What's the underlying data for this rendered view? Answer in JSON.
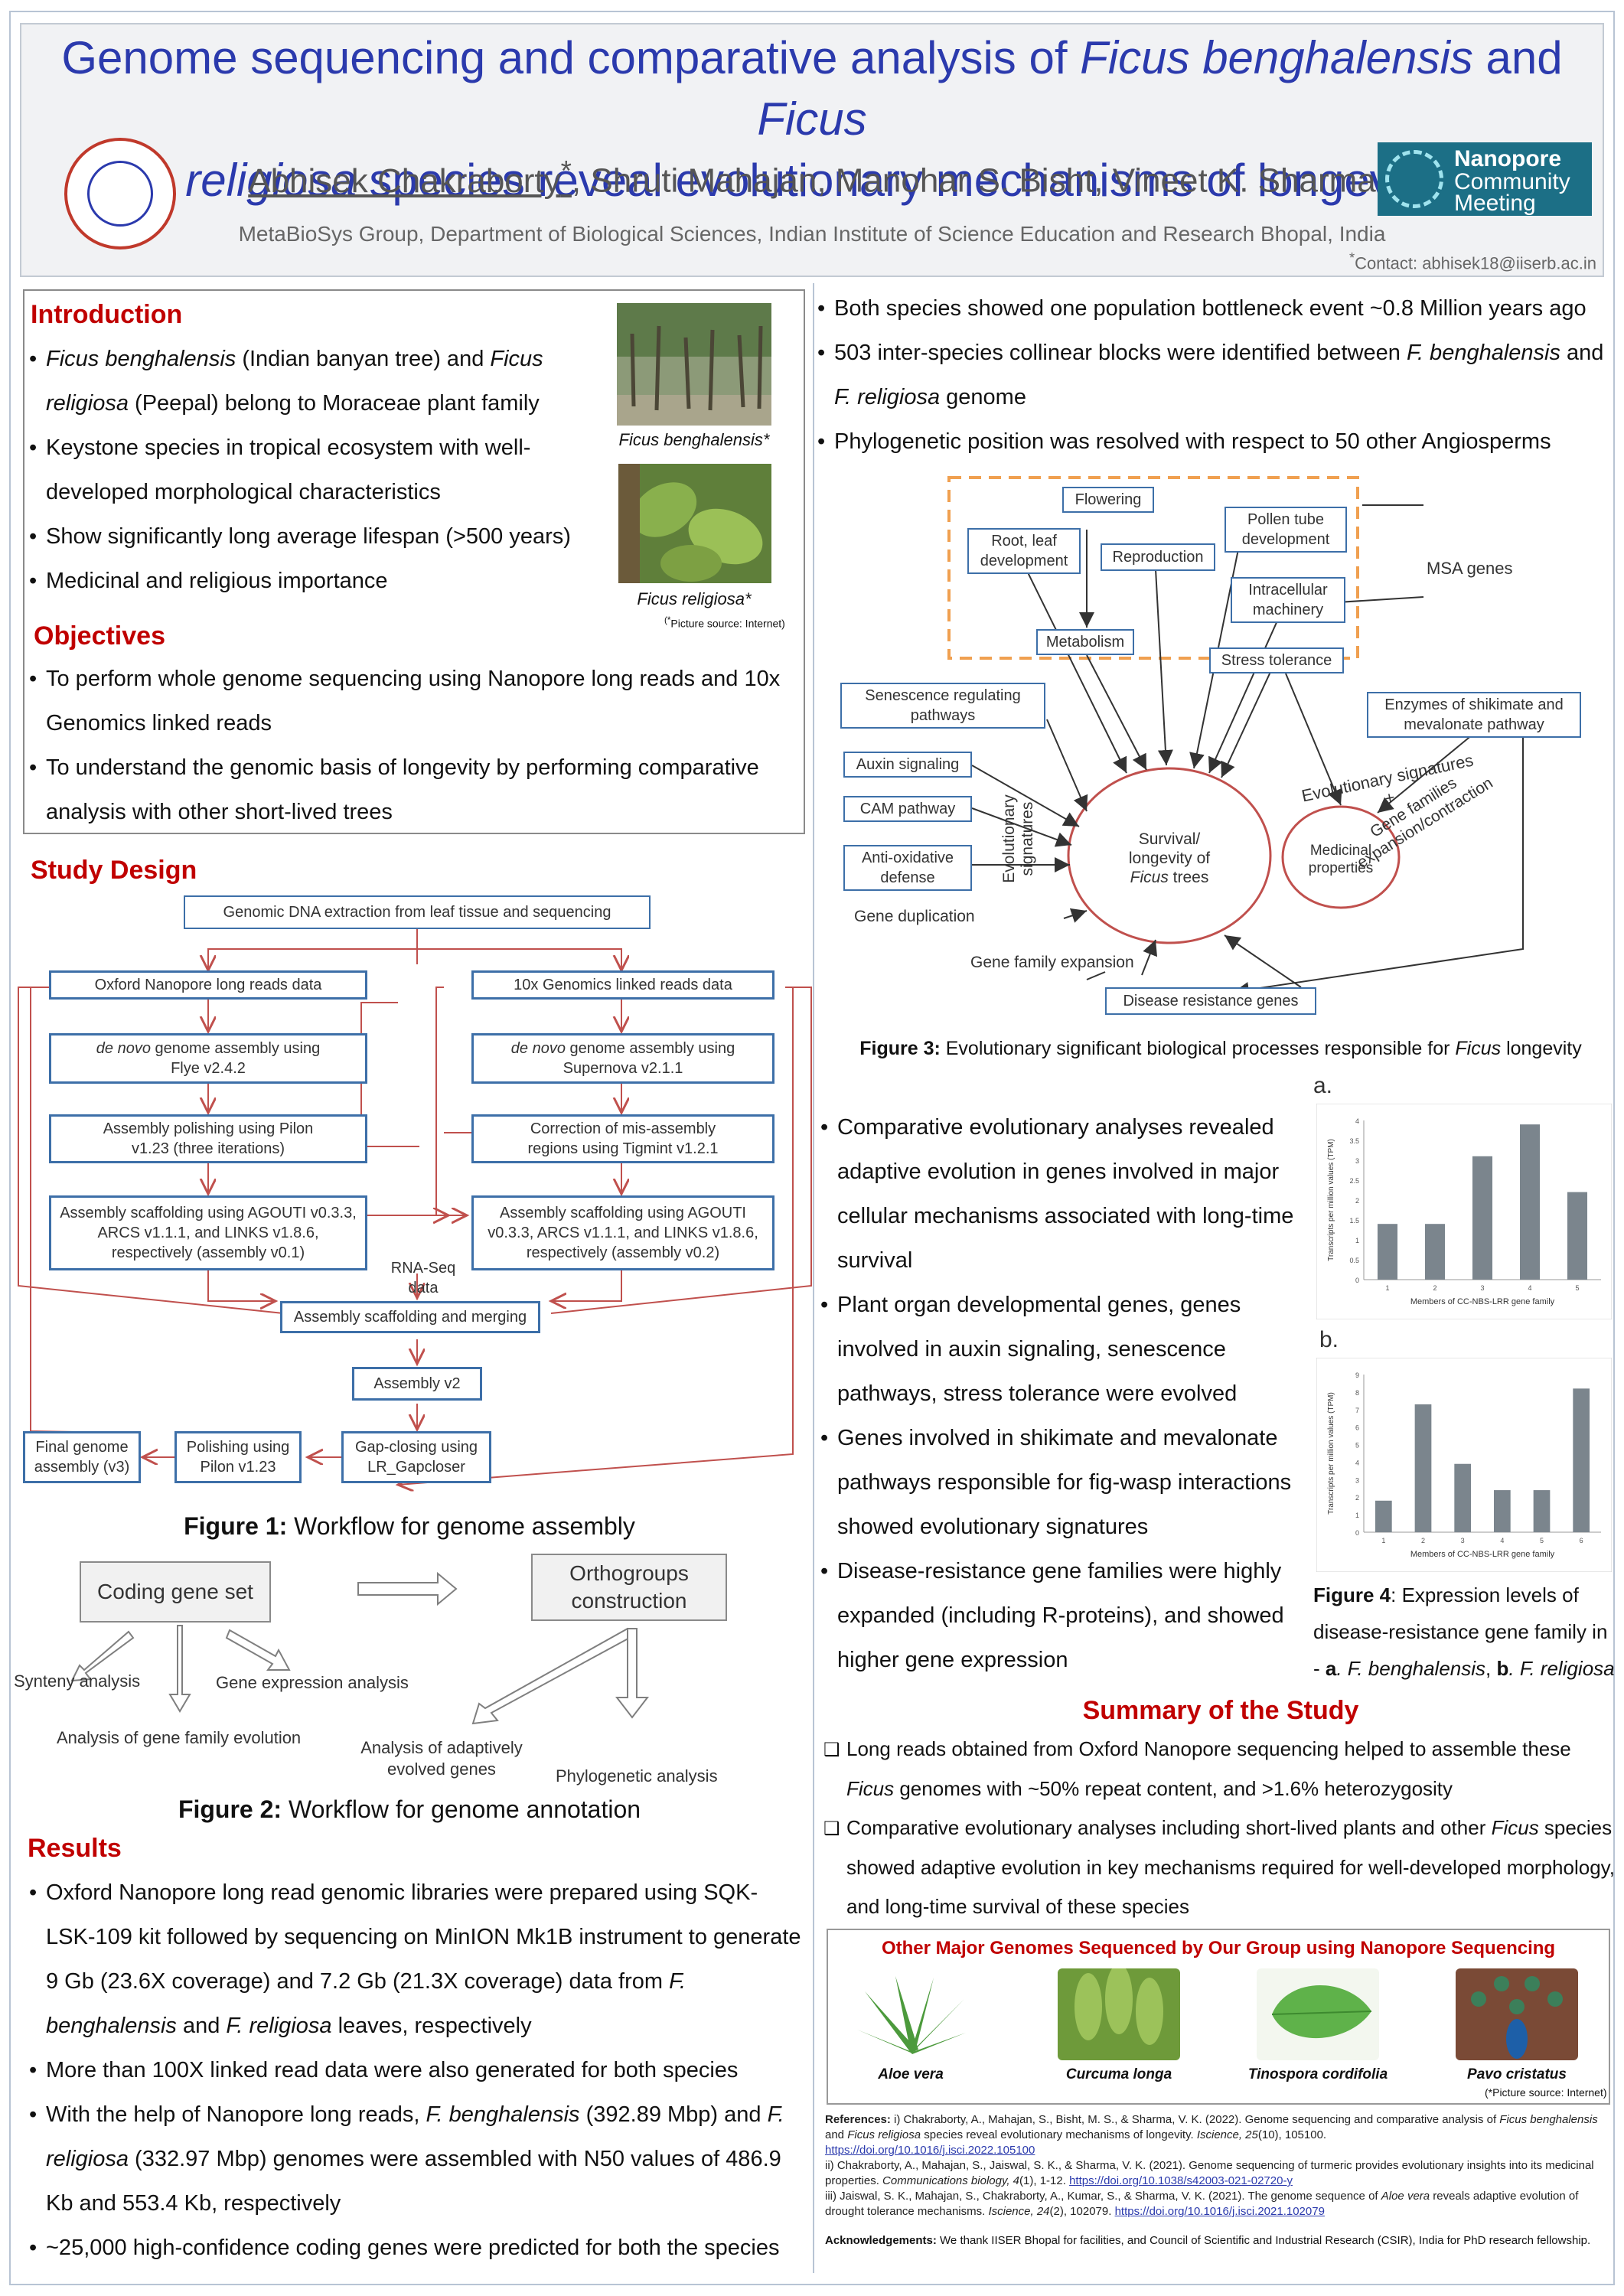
{
  "header": {
    "title_part1": "Genome sequencing and comparative analysis of ",
    "title_sp1": "Ficus benghalensis",
    "title_and": " and ",
    "title_sp2a": "Ficus",
    "title_sp2b": "religiosa",
    "title_part2": " species reveal evolutionary mechanisms of longevity",
    "first_author": "Abhisek Chakraborty",
    "first_author_mark": "*",
    "other_authors": ", Shruti Mahajan, Manohar S. Bisht, Vineet K. Sharma",
    "affiliation": "MetaBioSys Group, Department of Biological Sciences, Indian Institute of Science Education and Research Bhopal, India",
    "contact_mark": "*",
    "contact": "Contact: abhisek18@iiserb.ac.in",
    "ncm_logo": [
      "Nanopore",
      "Community",
      "Meeting"
    ]
  },
  "intro": {
    "heading": "Introduction",
    "bullets": [
      {
        "a_i": "Ficus benghalensis",
        "b": " (Indian banyan tree) and ",
        "c_i": "Ficus religiosa",
        "d": " (Peepal) belong to Moraceae plant family"
      },
      {
        "text": "Keystone species in tropical ecosystem with well-developed morphological characteristics"
      },
      {
        "text": "Show significantly long average lifespan (>500 years)"
      },
      {
        "text": "Medicinal and religious importance"
      }
    ],
    "photo1_caption": "Ficus benghalensis*",
    "photo2_caption": "Ficus religiosa*",
    "photo_source": "Picture source: Internet)",
    "photo_source_mark": "(*"
  },
  "objectives": {
    "heading": "Objectives",
    "bullets": [
      "To perform whole genome sequencing using Nanopore long reads and 10x Genomics linked reads",
      "To understand the genomic basis of longevity by performing comparative analysis with other short-lived trees"
    ]
  },
  "study_design": {
    "heading": "Study Design",
    "nodes": {
      "dna": "Genomic DNA extraction from leaf tissue and sequencing",
      "ont": "Oxford Nanopore long reads data",
      "tenx": "10x Genomics linked reads data",
      "flye_a": "de novo",
      "flye_b": " genome assembly using",
      "flye_c": "Flye v2.4.2",
      "sn_a": "de novo",
      "sn_b": " genome assembly using",
      "sn_c": "Supernova v2.1.1",
      "pilon": "Assembly polishing using Pilon v1.23 (three iterations)",
      "tig": "Correction of mis-assembly regions using Tigmint v1.2.1",
      "scaf1": "Assembly scaffolding using AGOUTI v0.3.3, ARCS v1.1.1, and LINKS v1.8.6, respectively (assembly v0.1)",
      "scaf2": "Assembly scaffolding using AGOUTI v0.3.3, ARCS v1.1.1, and LINKS v1.8.6, respectively (assembly v0.2)",
      "rnaseq": "RNA-Seq data",
      "merge": "Assembly scaffolding and merging",
      "v2": "Assembly v2",
      "gap": "Gap-closing using LR_Gapcloser",
      "polish": "Polishing using Pilon v1.23",
      "final": "Final genome assembly (v3)"
    },
    "fig1_label": "Figure 1:",
    "fig1_text": " Workflow for genome assembly"
  },
  "annotation": {
    "coding": "Coding gene set",
    "ortho": "Orthogroups construction",
    "synteny": "Synteny analysis",
    "expr": "Gene expression analysis",
    "family": "Analysis of gene family evolution",
    "adaptive": "Analysis of adaptively evolved genes",
    "phylo": "Phylogenetic analysis",
    "fig2_label": "Figure 2:",
    "fig2_text": " Workflow for genome annotation"
  },
  "results": {
    "heading": "Results",
    "b1": "Oxford Nanopore long read genomic libraries were prepared using SQK-LSK-109 kit followed by sequencing on MinION Mk1B instrument to generate 9 Gb (23.6X coverage) and 7.2 Gb (21.3X coverage) data from ",
    "b1_i1": "F. benghalensis",
    "b1_and": " and ",
    "b1_i2": "F. religiosa",
    "b1_end": " leaves, respectively",
    "b2": "More than 100X linked read data were also generated for both species",
    "b3_a": "With the help of Nanopore long reads, ",
    "b3_i1": "F. benghalensis",
    "b3_b": " (392.89 Mbp) and ",
    "b3_i2": "F. religiosa",
    "b3_c": " (332.97 Mbp) genomes were assembled with N50 values of 486.9 Kb and 553.4 Kb, respectively",
    "b4": "~25,000 high-confidence coding genes were predicted for both the species"
  },
  "right_top": {
    "b1": "Both species showed one population bottleneck event ~0.8 Million years ago",
    "b2_a": "503 inter-species collinear blocks were identified between ",
    "b2_i1": "F. benghalensis",
    "b2_b": " and ",
    "b2_i2": "F. religiosa",
    "b2_c": " genome",
    "b3": "Phylogenetic position was resolved with respect to 50 other Angiosperms"
  },
  "fig3": {
    "nodes": {
      "flowering": "Flowering",
      "root": "Root, leaf development",
      "repro": "Reproduction",
      "pollen": "Pollen tube development",
      "intra": "Intracellular machinery",
      "metab": "Metabolism",
      "stress": "Stress tolerance",
      "msa": "MSA genes",
      "senes": "Senescence regulating pathways",
      "auxin": "Auxin signaling",
      "cam": "CAM pathway",
      "anti": "Anti-oxidative defense",
      "evo_sig": "Evolutionary signatures",
      "survival_a": "Survival/",
      "survival_b": "longevity of",
      "survival_c": "Ficus",
      "survival_d": " trees",
      "medicinal": "Medicinal properties",
      "enzymes": "Enzymes of shikimate and mevalonate pathway",
      "evo_sig2": "Evolutionary signatures",
      "plus": "+",
      "gene_fam": "Gene families expansion/contraction",
      "dup": "Gene duplication",
      "fam_exp": "Gene family expansion",
      "disease": "Disease resistance genes"
    },
    "label": "Figure 3:",
    "text_a": " Evolutionary significant biological processes responsible for ",
    "text_i": "Ficus",
    "text_b": " longevity"
  },
  "right_mid": {
    "b1": "Comparative evolutionary analyses revealed adaptive evolution in genes involved in major cellular mechanisms associated with long-time survival",
    "b2": "Plant organ developmental genes, genes involved in auxin signaling, senescence pathways, stress tolerance were evolved",
    "b3": "Genes involved in shikimate and mevalonate pathways responsible for fig-wasp interactions showed evolutionary signatures",
    "b4": "Disease-resistance gene families were highly expanded (including R-proteins), and showed higher gene expression"
  },
  "chart_data": [
    {
      "type": "bar",
      "panel": "a.",
      "categories": [
        "1",
        "2",
        "3",
        "4",
        "5"
      ],
      "values": [
        1.4,
        1.4,
        3.1,
        3.9,
        2.2
      ],
      "ylim": [
        0,
        4
      ],
      "yticks": [
        "0",
        "0.5",
        "1",
        "1.5",
        "2",
        "2.5",
        "3",
        "3.5",
        "4"
      ],
      "xlabel": "Members of CC-NBS-LRR gene family",
      "ylabel": "Transcripts per million values (TPM)",
      "color": "#7b858d"
    },
    {
      "type": "bar",
      "panel": "b.",
      "categories": [
        "1",
        "2",
        "3",
        "4",
        "5",
        "6"
      ],
      "values": [
        1.8,
        7.3,
        3.9,
        2.4,
        2.4,
        8.2
      ],
      "ylim": [
        0,
        9
      ],
      "yticks": [
        "0",
        "1",
        "2",
        "3",
        "4",
        "5",
        "6",
        "7",
        "8",
        "9"
      ],
      "xlabel": "Members of CC-NBS-LRR gene family",
      "ylabel": "Transcripts per million values (TPM)",
      "color": "#7b858d"
    }
  ],
  "fig4": {
    "label": "Figure 4",
    "text": ": Expression levels of disease-resistance gene family in - ",
    "a": "a",
    "a_sp": ". F. benghalensis",
    "sep": ", ",
    "b": "b",
    "b_sp": ". F. religiosa"
  },
  "summary": {
    "heading": "Summary of the Study",
    "b1_a": "Long reads obtained from Oxford Nanopore sequencing helped to assemble these ",
    "b1_i": "Ficus",
    "b1_b": " genomes with ~50% repeat content, and >1.6% heterozygosity",
    "b2_a": "Comparative evolutionary analyses including short-lived plants and other ",
    "b2_i": "Ficus",
    "b2_b": " species showed adaptive evolution in key mechanisms required for well-developed morphology, and long-time survival of these species"
  },
  "genomes": {
    "heading": "Other Major Genomes Sequenced by Our Group using Nanopore Sequencing",
    "items": [
      "Aloe vera",
      "Curcuma longa",
      "Tinospora cordifolia",
      "Pavo cristatus"
    ],
    "source": "(*Picture source: Internet)"
  },
  "references": {
    "label": "References:",
    "r1_a": " i) Chakraborty, A., Mahajan, S., Bisht, M. S., & Sharma, V. K. (2022). Genome sequencing and comparative analysis of ",
    "r1_i1": "Ficus benghalensis",
    "r1_b": " and ",
    "r1_i2": "Ficus religiosa",
    "r1_c": " species reveal evolutionary mechanisms of longevity. ",
    "r1_j": "Iscience, 25",
    "r1_d": "(10), 105100. ",
    "r1_link": "https://doi.org/10.1016/j.isci.2022.105100",
    "r2_a": "ii) Chakraborty, A., Mahajan, S., Jaiswal, S. K., & Sharma, V. K. (2021). Genome sequencing of turmeric provides evolutionary insights into its medicinal properties. ",
    "r2_j": "Communications biology, 4",
    "r2_b": "(1), 1-12. ",
    "r2_link": "https://doi.org/10.1038/s42003-021-02720-y",
    "r3_a": "iii) Jaiswal, S. K., Mahajan, S., Chakraborty, A., Kumar, S., & Sharma, V. K. (2021). The genome sequence of ",
    "r3_i": "Aloe vera",
    "r3_b": " reveals adaptive evolution of drought tolerance mechanisms. ",
    "r3_j": "Iscience, 24",
    "r3_c": "(2), 102079. ",
    "r3_link": "https://doi.org/10.1016/j.isci.2021.102079"
  },
  "ack": {
    "label": "Acknowledgements:",
    "text": " We thank IISER Bhopal for facilities, and Council of Scientific and Industrial Research (CSIR), India for PhD research fellowship."
  },
  "colors": {
    "title": "#2b3aad",
    "heading_red": "#c00000",
    "node_border": "#3d6fa8",
    "arrow_red": "#c0504d",
    "orange_dash": "#f0a050"
  }
}
